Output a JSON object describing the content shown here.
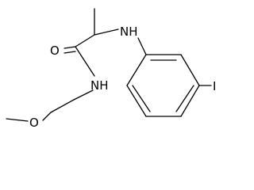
{
  "molecule": {
    "atoms": {
      "oxygen_carbonyl": "O",
      "nitrogen_amine": "NH",
      "nitrogen_amide": "NH",
      "iodine": "I",
      "oxygen_ether": "O"
    },
    "colors": {
      "bond": "#000000",
      "label": "#000000",
      "background": "#ffffff"
    }
  }
}
